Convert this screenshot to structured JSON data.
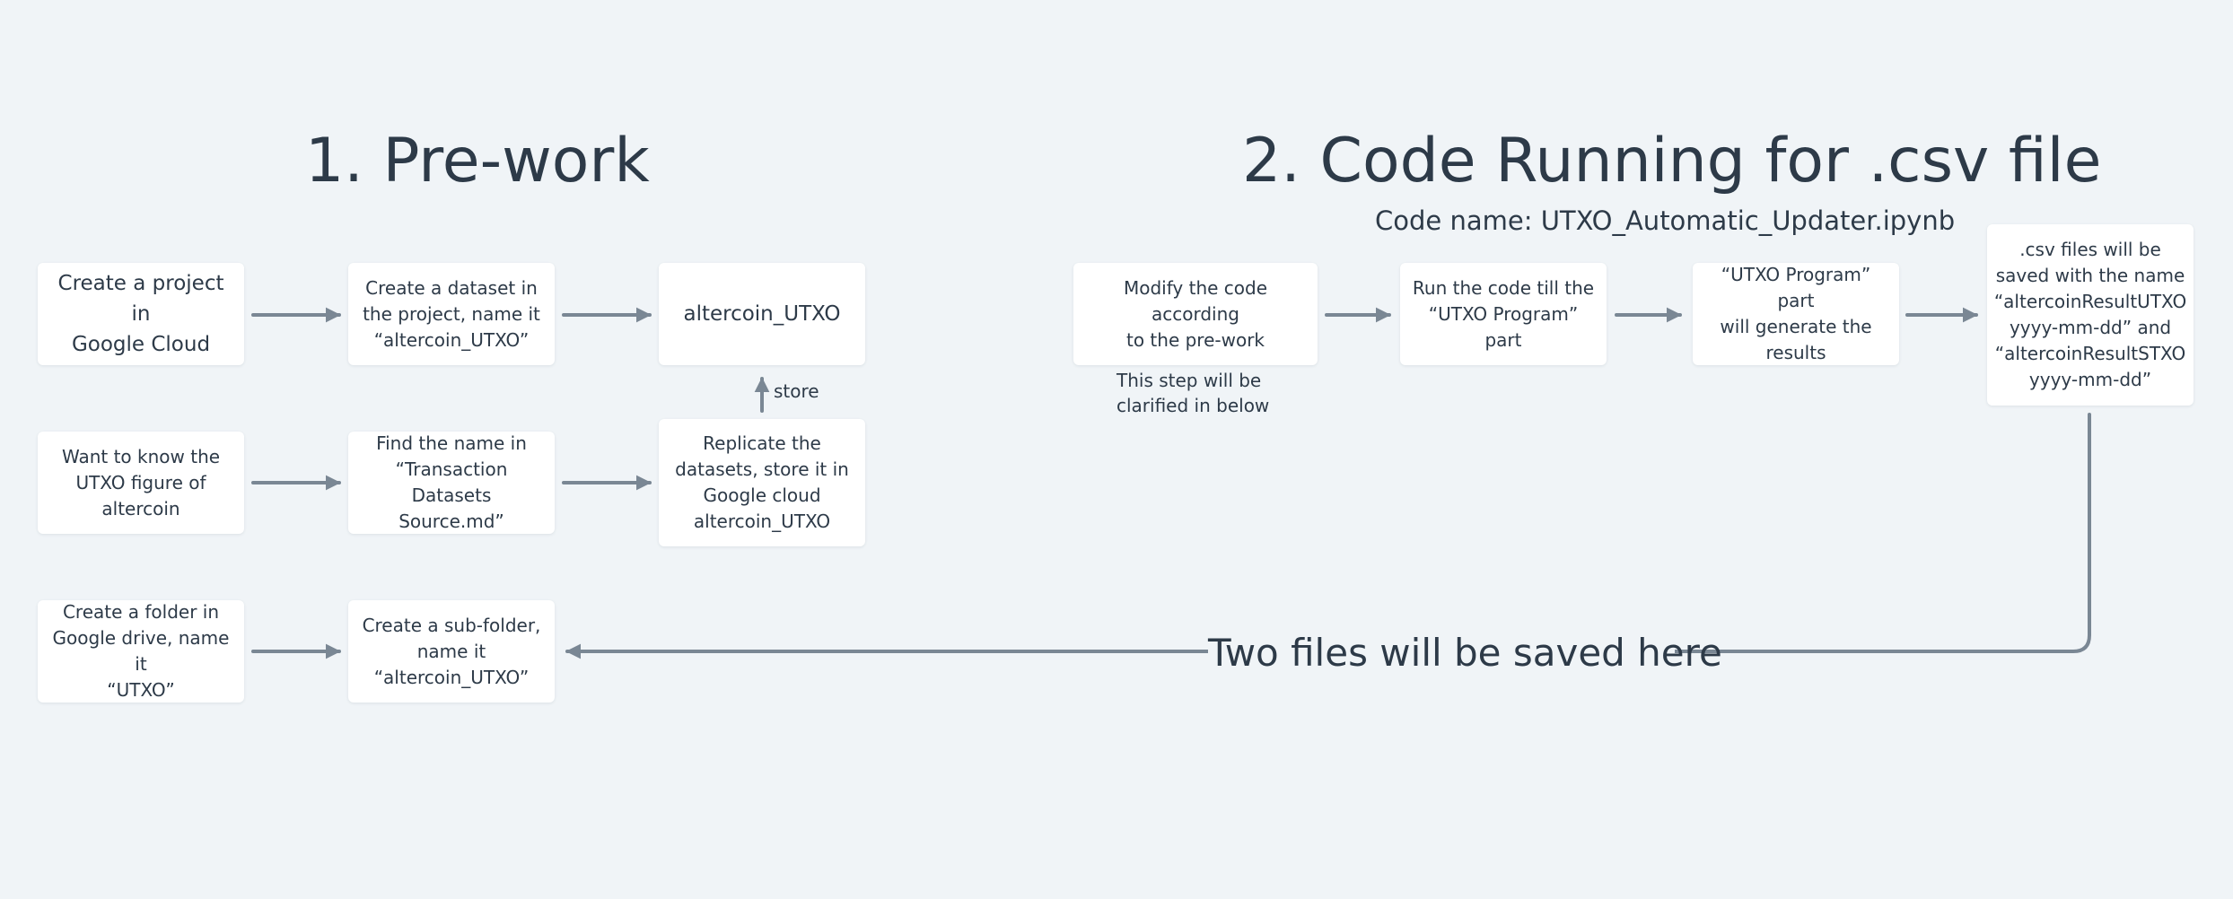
{
  "headings": {
    "prework": "1. Pre-work",
    "code_running": "2. Code Running for .csv file"
  },
  "code_name": "Code name: UTXO_Automatic_Updater.ipynb",
  "nodes": {
    "create_project": "Create a project in\nGoogle Cloud",
    "create_dataset": "Create a dataset in\nthe project, name it\n“altercoin_UTXO”",
    "altercoin_utxo": "altercoin_UTXO",
    "want_to_know": "Want to know the\nUTXO figure of\naltercoin",
    "find_name": "Find the name in\n“Transaction\nDatasets Source.md”",
    "replicate": "Replicate the\ndatasets, store it in\nGoogle cloud\naltercoin_UTXO",
    "create_folder": "Create a folder in\nGoogle drive, name it\n“UTXO”",
    "create_subfolder": "Create a sub-folder,\nname it\n“altercoin_UTXO”",
    "modify_code": "Modify the code according\nto the pre-work",
    "run_code": "Run the code till the\n“UTXO Program” part",
    "utxo_program": "“UTXO Program” part\nwill generate the\nresults",
    "csv_files": ".csv files will be\nsaved with the name\n“altercoinResultUTXO\nyyyy-mm-dd” and\n“altercoinResultSTXO\nyyyy-mm-dd”"
  },
  "labels": {
    "store": "store",
    "clarified": "This step will be\nclarified in below",
    "two_files": "Two files will be saved here"
  },
  "colors": {
    "background": "#f0f4f7",
    "box": "#ffffff",
    "arrow": "#7a8794",
    "text": "#2d3a48"
  }
}
